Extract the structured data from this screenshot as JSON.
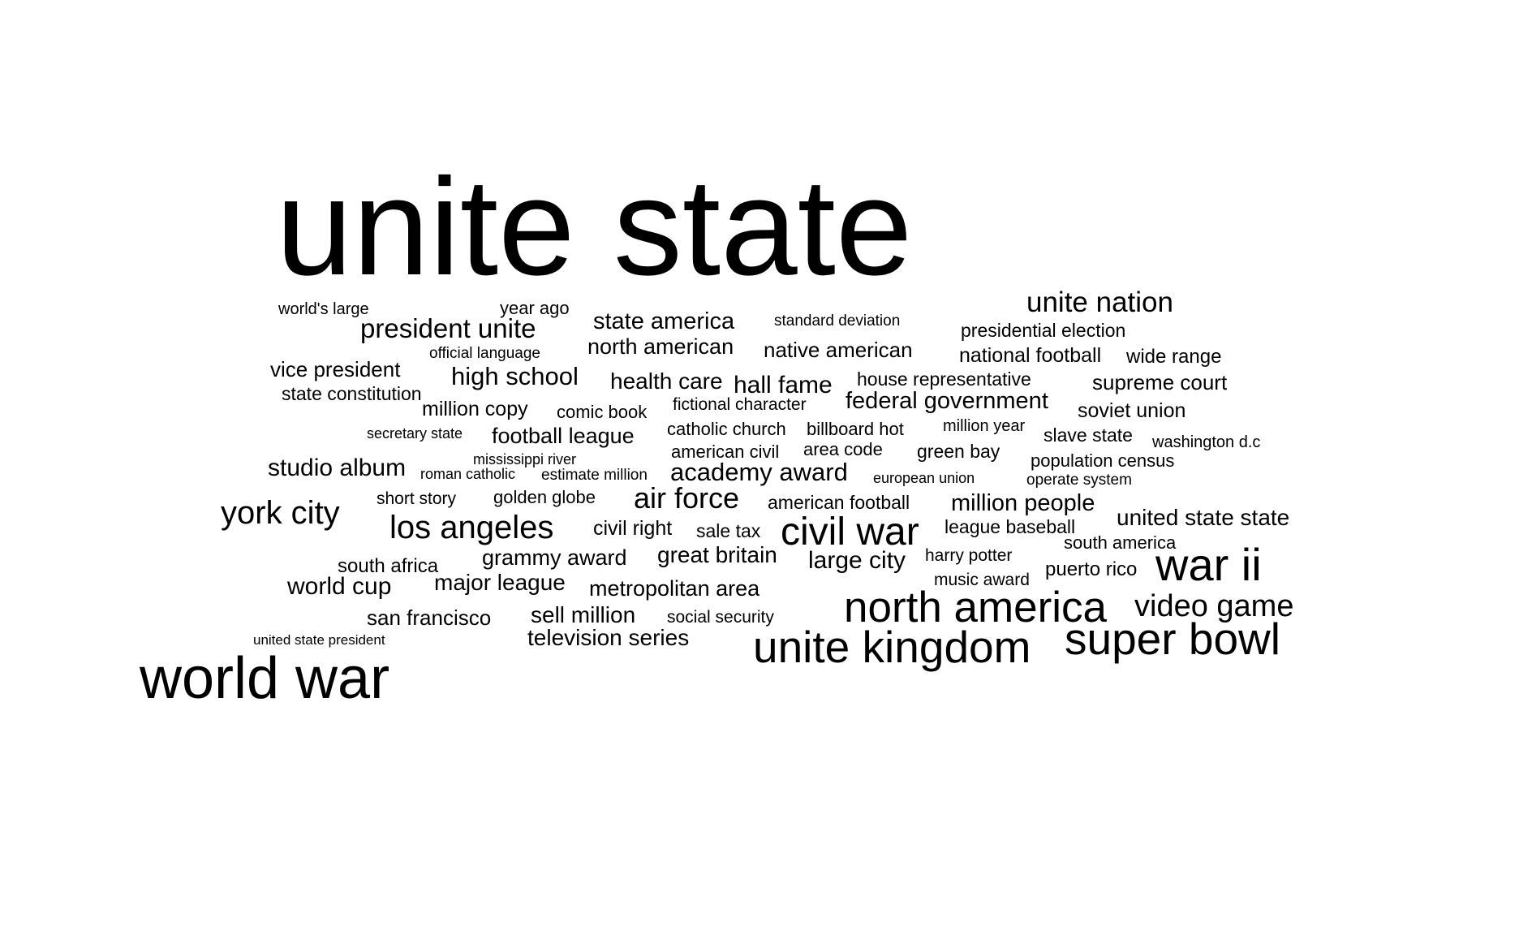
{
  "background": "#ffffff",
  "text_color": "#000000",
  "words": [
    "unite state",
    "world war",
    "unite kingdom",
    "super bowl",
    "north america",
    "war ii",
    "civil war",
    "los angeles",
    "york city",
    "unite nation",
    "video game",
    "air force",
    "state america",
    "president unite",
    "high school",
    "academy award",
    "federal government",
    "million people",
    "north american",
    "native american",
    "health care",
    "hall fame",
    "studio album",
    "football league",
    "united state state",
    "large city",
    "great britain",
    "grammy award",
    "major league",
    "metropolitan area",
    "sell million",
    "television series",
    "san francisco",
    "world cup",
    "vice president",
    "million copy",
    "supreme court",
    "soviet union",
    "national football",
    "wide range",
    "presidential election",
    "house representative",
    "state constitution",
    "comic book",
    "fictional character",
    "catholic church",
    "billboard hot",
    "slave state",
    "american civil",
    "area code",
    "green bay",
    "population census",
    "golden globe",
    "short story",
    "american football",
    "league baseball",
    "civil right",
    "sale tax",
    "south africa",
    "harry potter",
    "south america",
    "puerto rico",
    "music award",
    "social security",
    "world's large",
    "year ago",
    "standard deviation",
    "official language",
    "secretary state",
    "million year",
    "washington d.c",
    "mississippi river",
    "roman catholic",
    "estimate million",
    "european union",
    "operate system",
    "united state president"
  ]
}
